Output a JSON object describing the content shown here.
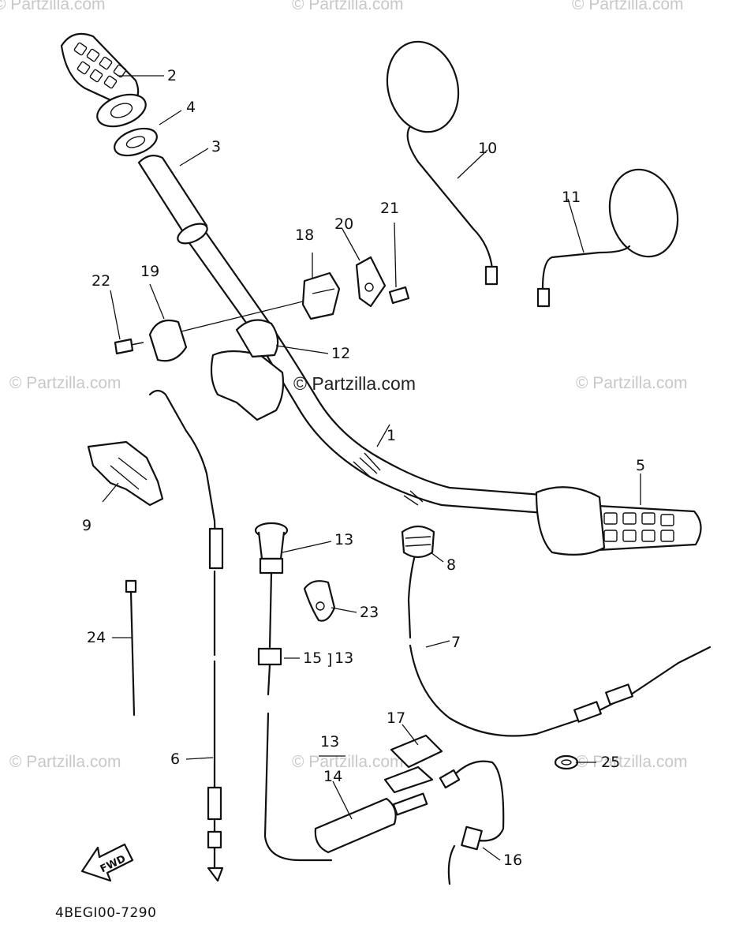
{
  "watermarks": [
    "© Partzilla.com",
    "© Partzilla.com",
    "© Partzilla.com",
    "© Partzilla.com",
    "© Partzilla.com",
    "© Partzilla.com",
    "© Partzilla.com",
    "© Partzilla.com"
  ],
  "center_watermark": "© Partzilla.com",
  "diagram_code": "4BEGI00-7290",
  "fwd_label": "FWD",
  "callouts": {
    "c1": "1",
    "c2": "2",
    "c3": "3",
    "c4": "4",
    "c5": "5",
    "c6": "6",
    "c7": "7",
    "c8": "8",
    "c9": "9",
    "c10": "10",
    "c11": "11",
    "c12": "12",
    "c13a": "13",
    "c13b": "13",
    "c13c": "13",
    "c14": "14",
    "c15": "15",
    "c16": "16",
    "c17": "17",
    "c18": "18",
    "c19": "19",
    "c20": "20",
    "c21": "21",
    "c22": "22",
    "c23": "23",
    "c24": "24",
    "c25": "25"
  },
  "icons": [
    "fwd-arrow-icon"
  ]
}
